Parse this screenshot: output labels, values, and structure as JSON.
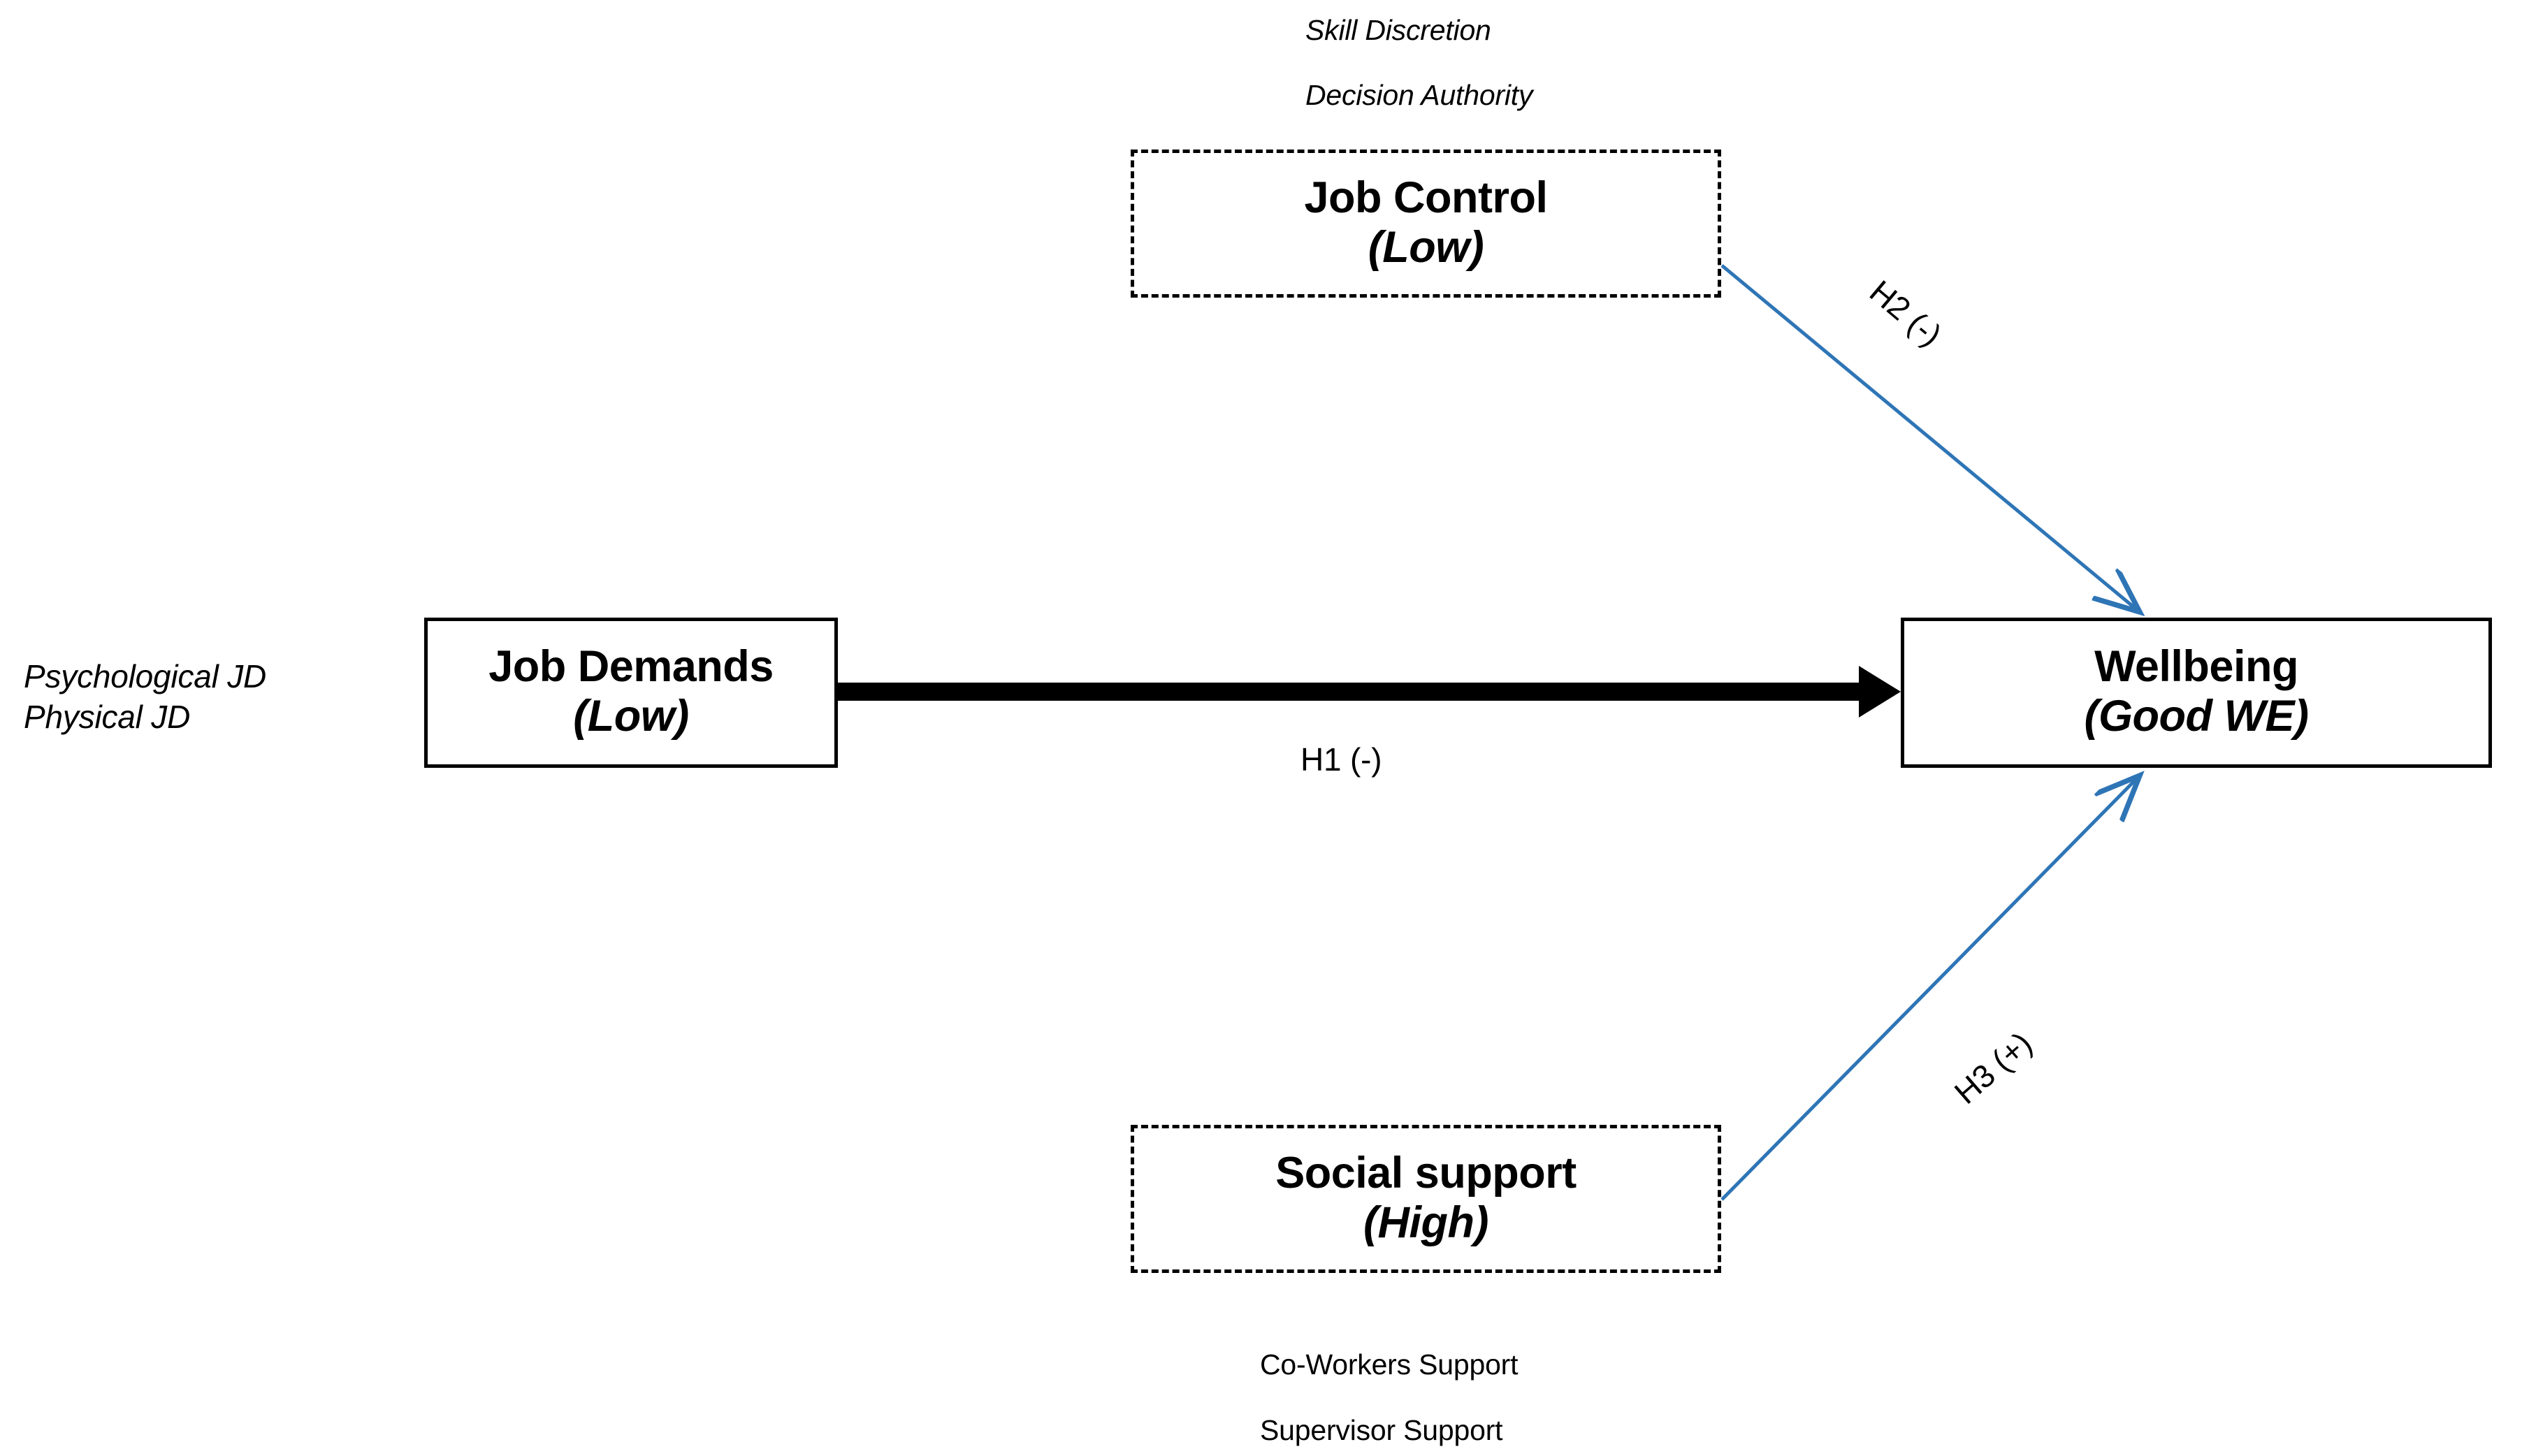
{
  "figure": {
    "nodes": [
      {
        "id": "job-control",
        "title": "Job Control",
        "subtitle": "(Low)",
        "border": "dashed"
      },
      {
        "id": "job-demands",
        "title": "Job Demands",
        "subtitle": "(Low)",
        "border": "solid"
      },
      {
        "id": "wellbeing",
        "title": "Wellbeing",
        "subtitle": "(Good WE)",
        "border": "solid"
      },
      {
        "id": "social-support",
        "title": "Social support",
        "subtitle": "(High)",
        "border": "dashed"
      }
    ],
    "annotations": {
      "job_control_indicators": [
        "Skill Discretion",
        "Decision Authority"
      ],
      "job_demands_indicators": [
        "Psychological JD",
        "Physical JD"
      ],
      "social_support_indicators": [
        "Co-Workers Support",
        "Supervisor Support"
      ]
    },
    "hypotheses": [
      {
        "id": "h1",
        "label": "H1 (-)",
        "from": "job-demands",
        "to": "wellbeing",
        "style": "thick-black",
        "color": "#000000"
      },
      {
        "id": "h2",
        "label": "H2 (-)",
        "from": "job-control",
        "to": "wellbeing",
        "style": "thin-blue",
        "color": "#2E75B6"
      },
      {
        "id": "h3",
        "label": "H3 (+)",
        "from": "social-support",
        "to": "wellbeing",
        "style": "thin-blue",
        "color": "#2E75B6"
      }
    ],
    "colors": {
      "accent_blue": "#2E75B6",
      "line_black": "#000000",
      "background": "#FFFFFF"
    }
  }
}
